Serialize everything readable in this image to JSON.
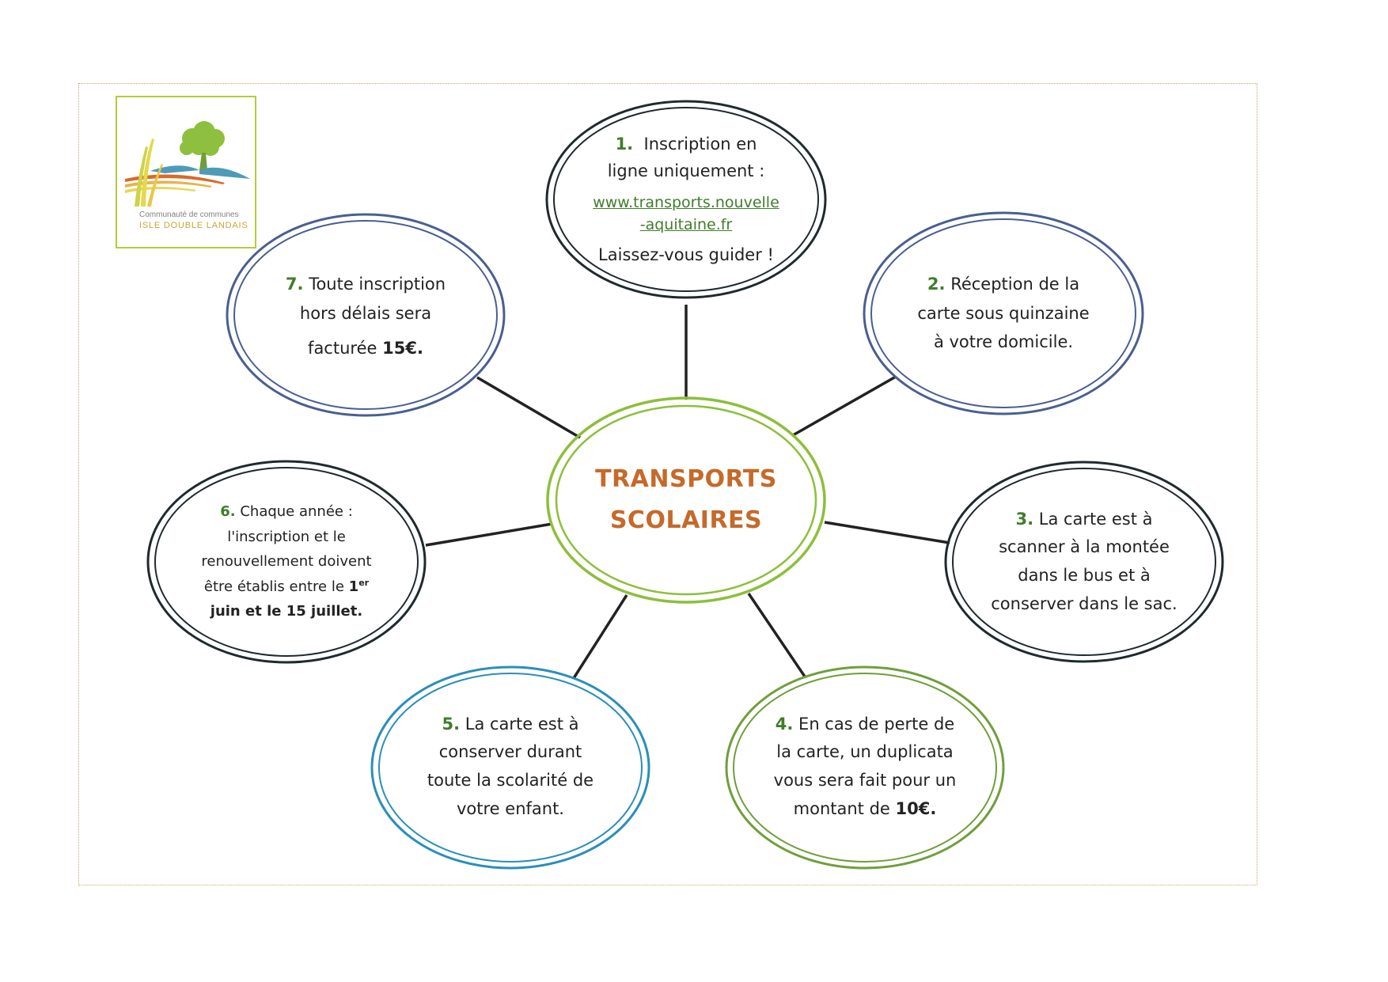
{
  "logo": {
    "line1": "Communauté de communes",
    "line2": "ISLE DOUBLE LANDAIS"
  },
  "center": {
    "line1": "TRANSPORTS",
    "line2": "SCOLAIRES"
  },
  "nodes": {
    "n1": {
      "num": "1.",
      "line1": "Inscription en",
      "line2": "ligne uniquement :",
      "link1": "www.transports.nouvelle",
      "link2": "-aquitaine.fr",
      "line3": "Laissez-vous guider !"
    },
    "n2": {
      "num": "2.",
      "line1": "Réception de la",
      "line2": "carte sous quinzaine",
      "line3": "à votre domicile."
    },
    "n3": {
      "num": "3.",
      "line1": "La carte est à",
      "line2": "scanner à la montée",
      "line3": "dans le bus et à",
      "line4": "conserver dans le sac."
    },
    "n4": {
      "num": "4.",
      "line1": "En cas de perte de",
      "line2": "la carte, un duplicata",
      "line3": "vous sera fait pour un",
      "line4a": "montant de",
      "line4b": "10€."
    },
    "n5": {
      "num": "5.",
      "line1": "La carte est à",
      "line2": "conserver durant",
      "line3": "toute la scolarité de",
      "line4": "votre enfant."
    },
    "n6": {
      "num": "6.",
      "line1": "Chaque année :",
      "line2": "l'inscription et le",
      "line3": "renouvellement doivent",
      "line4a": "être établis entre le",
      "line4b": "1",
      "line4sup": "er",
      "line5": "juin et le 15 juillet."
    },
    "n7": {
      "num": "7.",
      "line1": "Toute inscription",
      "line2": "hors délais sera",
      "line3a": "facturée",
      "line3b": "15€."
    }
  },
  "colors": {
    "center_ring": "#8dbf3a",
    "center_text": "#c56a2a",
    "number": "#3f7d2a",
    "ring_dark": "#1f2a2e",
    "ring_slate": "#4a5f8f",
    "ring_blue": "#2a8fb8",
    "ring_green": "#6f9f3a",
    "connector": "#222222",
    "logo_border": "#b6cb3b",
    "logo_text": "#c7a533"
  }
}
